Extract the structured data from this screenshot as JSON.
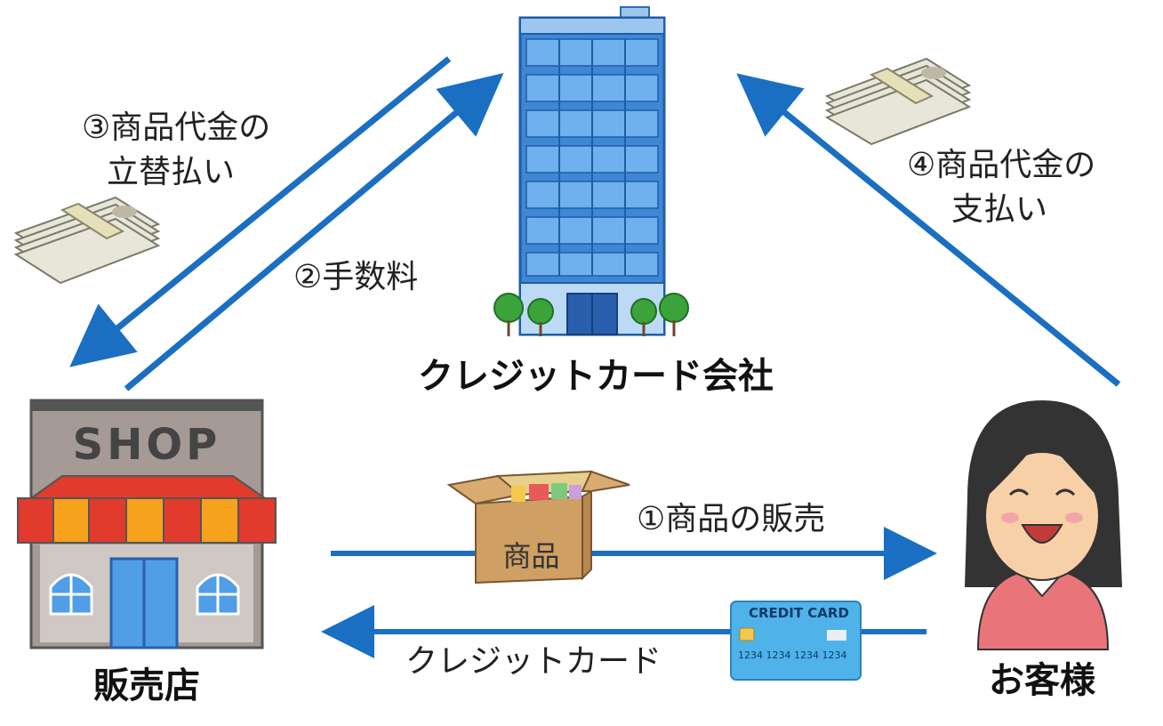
{
  "nodes": {
    "company": "クレジットカード会社",
    "shop": "販売店",
    "customer": "お客様",
    "shop_sign": "SHOP"
  },
  "edges": {
    "step1": "①商品の販売",
    "step2": "②手数料",
    "step3_line1": "③商品代金の",
    "step3_line2": "立替払い",
    "step4_line1": "④商品代金の",
    "step4_line2": "支払い",
    "card_return": "クレジットカード"
  },
  "box_label": "商品",
  "card_text": {
    "title": "CREDIT CARD",
    "number": "1234 1234 1234 1234"
  },
  "colors": {
    "arrow": "#1a6fc2",
    "building": "#3f86d6",
    "shop_stripe_red": "#e03b2d",
    "shop_stripe_orange": "#f6a21d",
    "card": "#4fb3ea"
  }
}
